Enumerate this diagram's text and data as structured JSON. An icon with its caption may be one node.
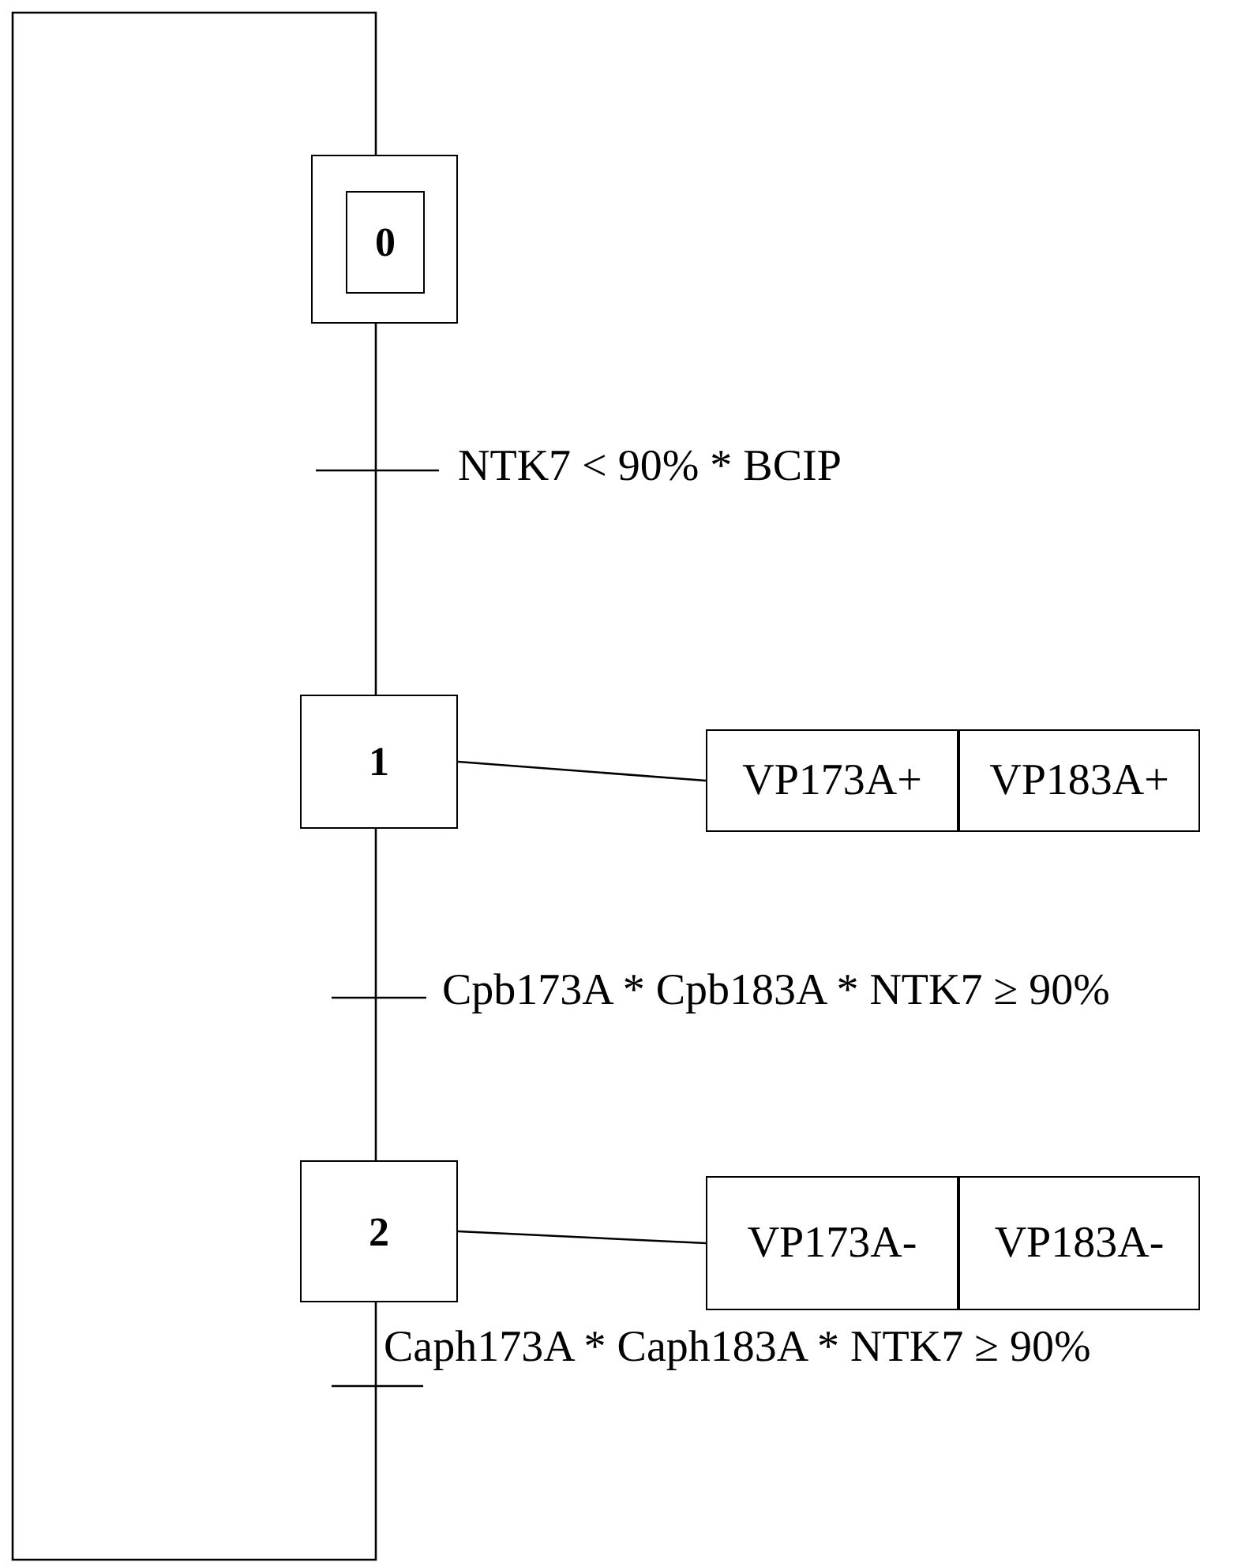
{
  "diagram": {
    "nodes": [
      {
        "text": [],
        "shape": "box"
      },
      {
        "text": [
          "0"
        ],
        "in": 0
      },
      {
        "text": [
          "1"
        ]
      },
      {
        "text": [
          "VP173A+"
        ]
      },
      {
        "text": [
          "VP183A+"
        ]
      },
      {
        "text": [
          "2"
        ]
      },
      {
        "text": [
          "VP173A-"
        ]
      },
      {
        "text": [
          "VP183A-"
        ]
      }
    ],
    "edges": [
      {
        "from": 0,
        "to": 2,
        "arrow": "none",
        "label": "NTK7 < 90% * BCIP"
      },
      {
        "from": 2,
        "to": 5,
        "arrow": "none",
        "label": "Cpb173A * Cpb183A * NTK7 ≥ 90%"
      },
      {
        "from": 5,
        "to": 0,
        "arrow": "none",
        "label": "Caph173A * Caph183A * NTK7 ≥ 90%"
      },
      {
        "from": 2,
        "to": 3,
        "arrow": "none"
      },
      {
        "from": 5,
        "to": 6,
        "arrow": "none"
      }
    ]
  }
}
